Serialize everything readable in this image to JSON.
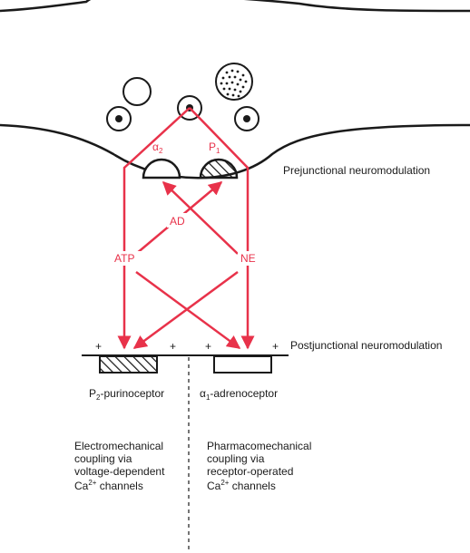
{
  "labels": {
    "alpha2": "α",
    "alpha2_sub": "2",
    "p1": "P",
    "p1_sub": "1",
    "ad": "AD",
    "atp": "ATP",
    "ne": "NE",
    "prejunctional": "Prejunctional neuromodulation",
    "postjunctional": "Postjunctional neuromodulation",
    "p2_prefix": "P",
    "p2_sub": "2",
    "p2_suffix": "-purinoceptor",
    "a1_prefix": "α",
    "a1_sub": "1",
    "a1_suffix": "-adrenoceptor",
    "plus": "+"
  },
  "left_text": {
    "line1": "Electromechanical",
    "line2": "coupling via",
    "line3": "voltage-dependent",
    "line4_prefix": "Ca",
    "line4_sup": "2+",
    "line4_suffix": " channels"
  },
  "right_text": {
    "line1": "Pharmacomechanical",
    "line2": "coupling via",
    "line3": "receptor-operated",
    "line4_prefix": "Ca",
    "line4_sup": "2+",
    "line4_suffix": " channels"
  },
  "colors": {
    "accent": "#e8324a",
    "ink": "#1a1a1a"
  }
}
